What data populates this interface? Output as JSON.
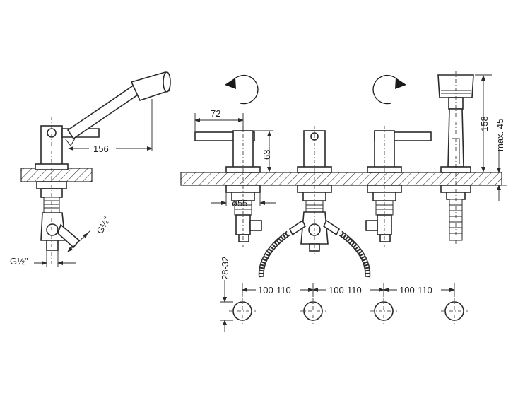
{
  "dimensions": {
    "handshower_length": "156",
    "side_inlet_thread": "G½\"",
    "bottom_inlet_thread": "G½\"",
    "lever_length": "72",
    "spout_height": "63",
    "hole_diameter": "ø55",
    "shower_height": "158",
    "counter_thickness": "max. 45",
    "counter_top_range": "28-32",
    "spacing_1": "100-110",
    "spacing_2": "100-110",
    "spacing_3": "100-110"
  }
}
